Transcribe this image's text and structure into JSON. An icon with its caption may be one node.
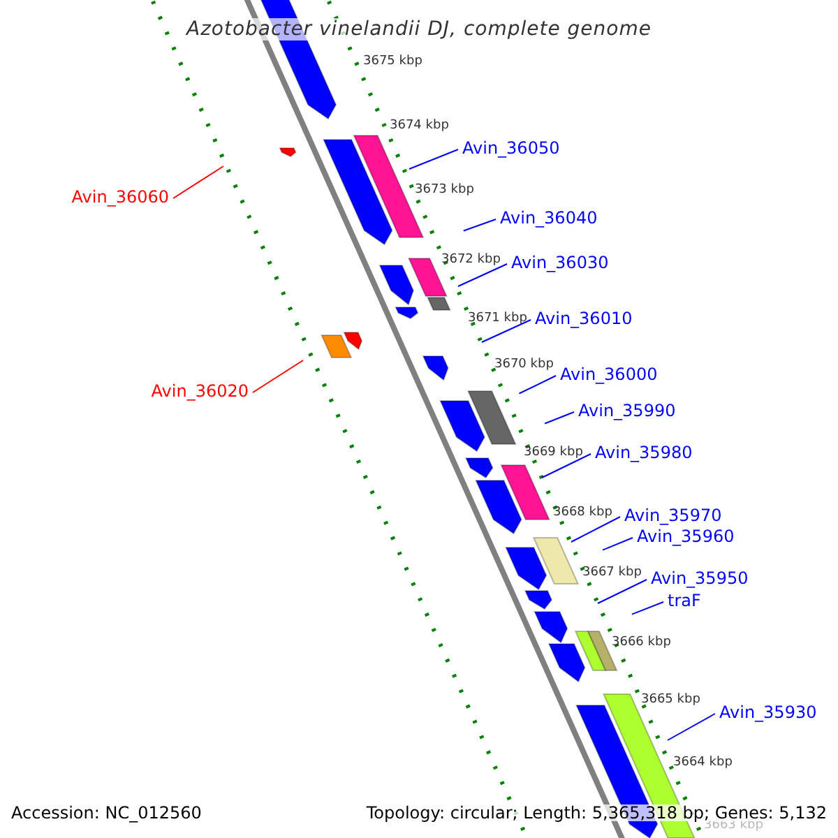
{
  "diagram": {
    "title": "Azotobacter vinelandii DJ, complete genome",
    "nodes": [
      {
        "text": [
          "Avin_36050"
        ]
      },
      {
        "text": [
          "Avin_36060"
        ]
      },
      {
        "text": [
          "Avin_36040"
        ]
      },
      {
        "text": [
          "Avin_36030"
        ]
      },
      {
        "text": [
          "Avin_36010"
        ]
      },
      {
        "text": [
          "Avin_36000"
        ]
      },
      {
        "text": [
          "Avin_36020"
        ]
      },
      {
        "text": [
          "Avin_35990"
        ]
      },
      {
        "text": [
          "Avin_35980"
        ]
      },
      {
        "text": [
          "Avin_35970"
        ]
      },
      {
        "text": [
          "Avin_35960"
        ]
      },
      {
        "text": [
          "Avin_35950"
        ]
      },
      {
        "text": [
          "traF"
        ]
      },
      {
        "text": [
          "Avin_35930"
        ]
      }
    ],
    "edges": [
      {
        "from": 0,
        "to": null,
        "arrow": "none"
      },
      {
        "from": 1,
        "to": null,
        "arrow": "none",
        "color": "#ff0000"
      },
      {
        "from": 2,
        "to": null,
        "arrow": "none"
      },
      {
        "from": 3,
        "to": null,
        "arrow": "none"
      },
      {
        "from": 4,
        "to": null,
        "arrow": "none"
      },
      {
        "from": 5,
        "to": null,
        "arrow": "none"
      },
      {
        "from": 6,
        "to": null,
        "arrow": "none",
        "color": "#ff0000"
      },
      {
        "from": 7,
        "to": null,
        "arrow": "none"
      },
      {
        "from": 8,
        "to": null,
        "arrow": "none"
      },
      {
        "from": 9,
        "to": null,
        "arrow": "none"
      },
      {
        "from": 10,
        "to": null,
        "arrow": "none"
      },
      {
        "from": 11,
        "to": null,
        "arrow": "none"
      },
      {
        "from": 12,
        "to": null,
        "arrow": "none"
      },
      {
        "from": 13,
        "to": null,
        "arrow": "none"
      }
    ],
    "labels": [
      "3675 kbp",
      "3674 kbp",
      "3673 kbp",
      "3672 kbp",
      "3671 kbp",
      "3670 kbp",
      "3669 kbp",
      "3668 kbp",
      "3667 kbp",
      "3666 kbp",
      "3665 kbp",
      "3664 kbp",
      "3663 kbp",
      "Accession: NC_012560",
      "Topology: circular; Length: 5,365,318 bp; Genes: 5,132"
    ]
  }
}
